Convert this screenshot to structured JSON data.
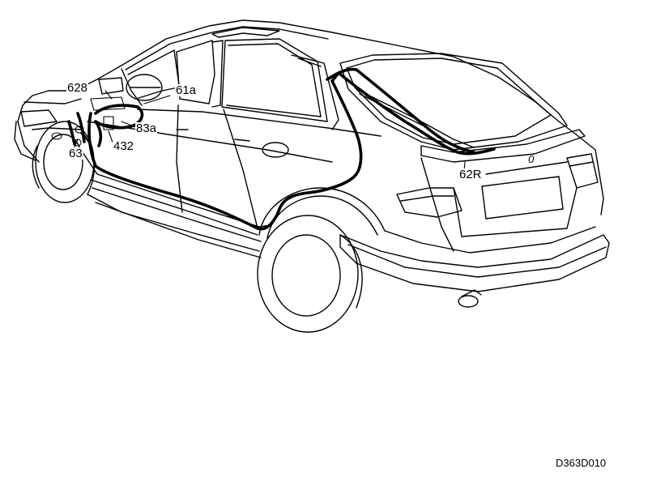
{
  "callouts": {
    "c628": "628",
    "c61a": "61a",
    "c83a": "83a",
    "c432": "432",
    "c63": "63",
    "c62r": "62R"
  },
  "emblem": "0",
  "reference_code": "D363D010",
  "colors": {
    "line": "#000000",
    "background": "#ffffff"
  }
}
